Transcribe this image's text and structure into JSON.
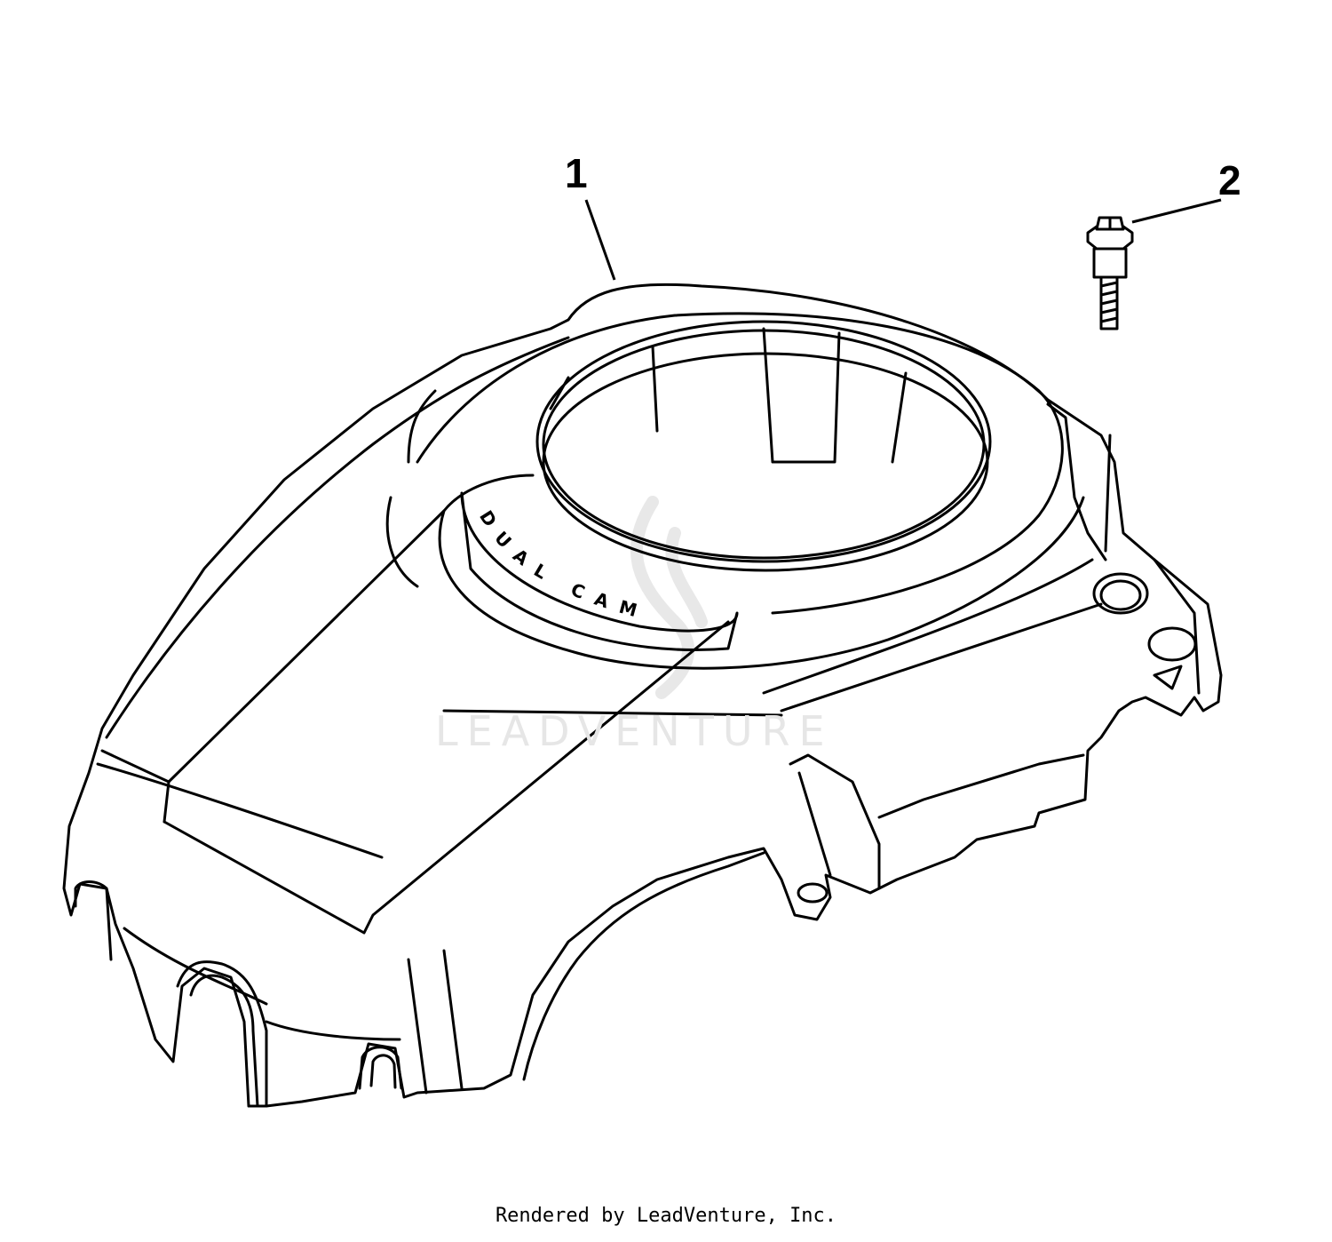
{
  "callouts": [
    {
      "label": "1"
    },
    {
      "label": "2"
    }
  ],
  "decal_text": "DUAL CAM",
  "watermark": "LEADVENTURE",
  "footer": "Rendered by LeadVenture, Inc."
}
